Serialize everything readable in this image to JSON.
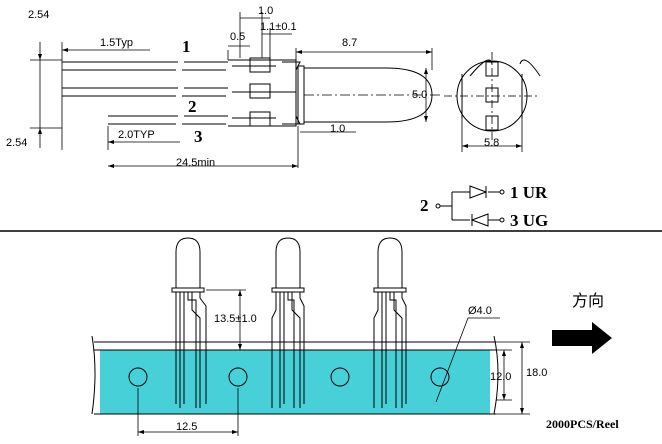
{
  "dimensions": {
    "pitch_top": "2.54",
    "pitch_bottom": "2.54",
    "lead_1_5": "1.5Typ",
    "lead_2_0": "2.0TYP",
    "min_lead": "24.5min",
    "d_0_5": "0.5",
    "d_1_0_top": "1.0",
    "d_1_1": "1.1±0.1",
    "body_len": "8.7",
    "body_dia": "5.0",
    "d_1_0_bottom": "1.0",
    "flange": "5.8"
  },
  "pins": {
    "p1": "1",
    "p2": "2",
    "p3": "3"
  },
  "legend": {
    "common": "2",
    "ur": "1  UR",
    "ug": "3  UG"
  },
  "tape": {
    "standoff": "13.5±1.0",
    "hole": "Ø4.0",
    "hole_row": "12.0",
    "tape_width": "18.0",
    "pitch": "12.5",
    "direction": "方向",
    "packing": "2000PCS/Reel"
  },
  "colors": {
    "tape": "#48d0d8"
  }
}
